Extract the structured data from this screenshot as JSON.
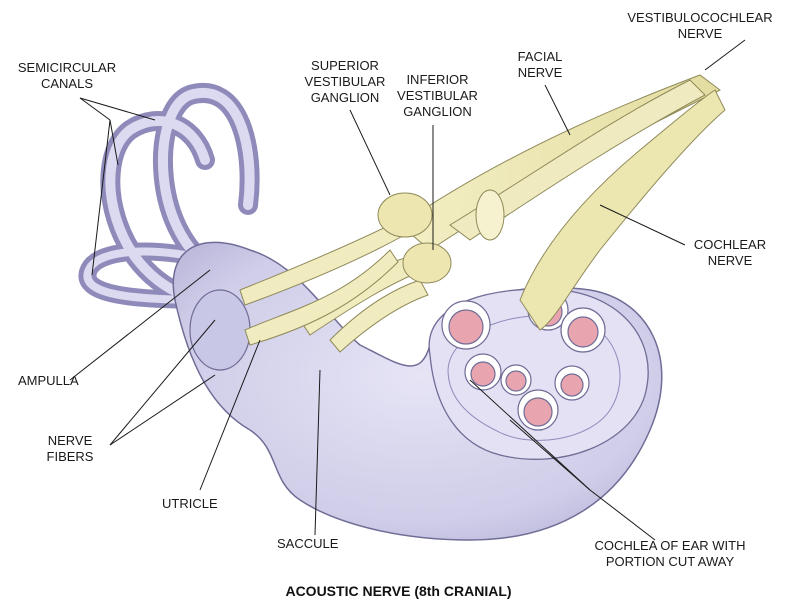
{
  "labels": {
    "vestibulocochlear": [
      "VESTIBULOCOCHLEAR",
      "NERVE"
    ],
    "semicircular": [
      "SEMICIRCULAR",
      "CANALS"
    ],
    "superior": [
      "SUPERIOR",
      "VESTIBULAR",
      "GANGLION"
    ],
    "inferior": [
      "INFERIOR",
      "VESTIBULAR",
      "GANGLION"
    ],
    "facial": [
      "FACIAL",
      "NERVE"
    ],
    "cochlear_nerve": [
      "COCHLEAR",
      "NERVE"
    ],
    "ampulla": [
      "AMPULLA"
    ],
    "nerve_fibers": [
      "NERVE",
      "FIBERS"
    ],
    "utricle": [
      "UTRICLE"
    ],
    "saccule": [
      "SACCULE"
    ],
    "cochlea": [
      "COCHLEA OF EAR WITH",
      "PORTION CUT AWAY"
    ]
  },
  "caption": "ACOUSTIC NERVE (8th CRANIAL)",
  "colors": {
    "labyrinth": "#cfcde8",
    "labyrinth_edge": "#6f6c96",
    "nerve": "#eeeab8",
    "nerve_edge": "#8f8a5a",
    "duct": "#e8a5b0",
    "leader": "#1a1a1a"
  }
}
